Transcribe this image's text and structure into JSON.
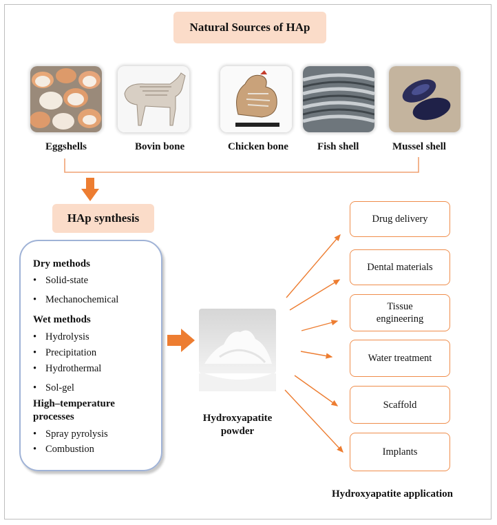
{
  "header": {
    "title": "Natural Sources of HAp"
  },
  "sources": [
    {
      "label": "Eggshells"
    },
    {
      "label": "Bovin bone"
    },
    {
      "label": "Chicken bone"
    },
    {
      "label": "Fish shell"
    },
    {
      "label": "Mussel shell"
    }
  ],
  "synthesis": {
    "title": "HAp synthesis",
    "dry": {
      "heading": "Dry methods",
      "items": [
        "Solid-state",
        "Mechanochemical"
      ]
    },
    "wet": {
      "heading": "Wet methods",
      "items": [
        "Hydrolysis",
        "Precipitation",
        "Hydrothermal",
        "Sol-gel"
      ]
    },
    "high": {
      "heading_line1": "High–temperature",
      "heading_line2": "processes",
      "items": [
        "Spray pyrolysis",
        "Combustion"
      ]
    },
    "bullet": "•"
  },
  "product": {
    "label_line1": "Hydroxyapatite",
    "label_line2": "powder"
  },
  "applications": {
    "title": "Hydroxyapatite application",
    "items": [
      "Drug delivery",
      "Dental materials",
      "Tissue engineering",
      "Water treatment",
      "Scaffold",
      "Implants"
    ]
  },
  "colors": {
    "accent": "#ed7d31",
    "label_fill": "#fbdcc9",
    "box_border": "#9fb2d6"
  },
  "icons": {
    "flow_arrow": "arrow-right-icon",
    "down_arrow": "arrow-down-icon"
  }
}
